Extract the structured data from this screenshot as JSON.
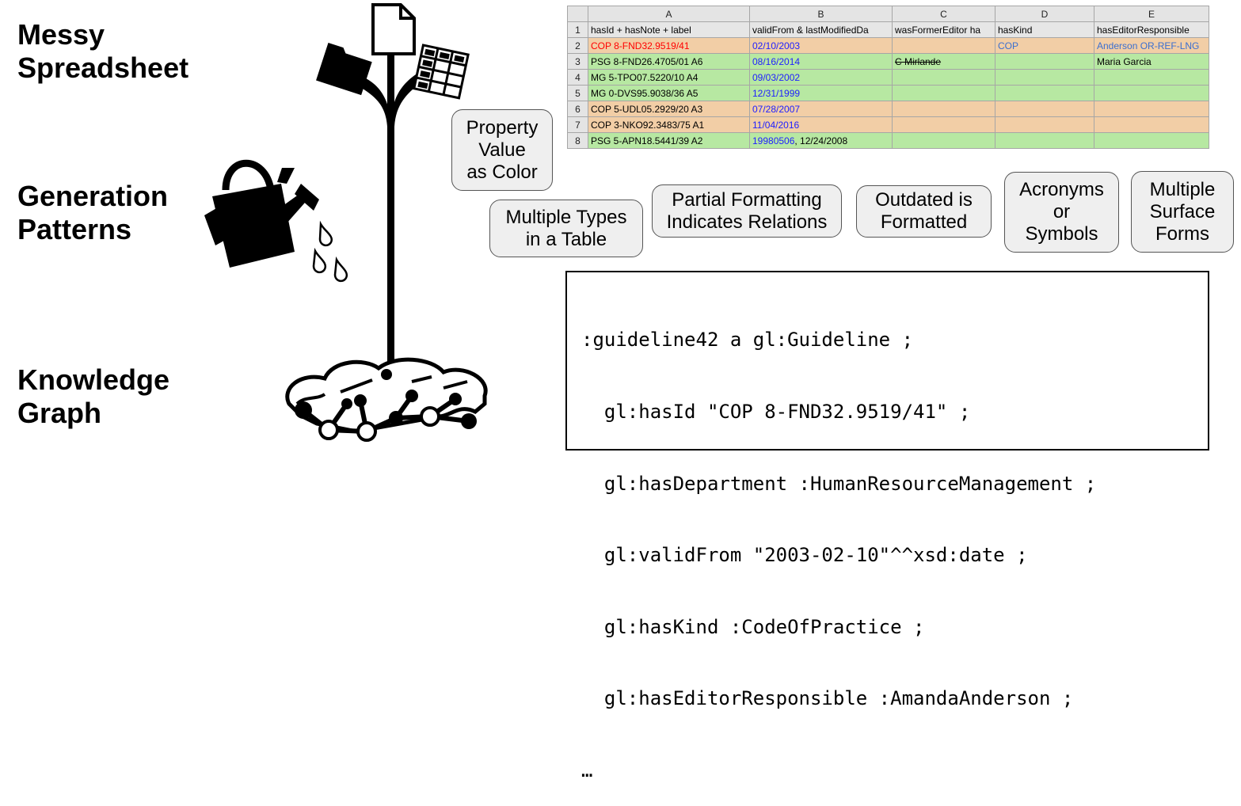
{
  "labels": {
    "messy": [
      "Messy",
      "Spreadsheet"
    ],
    "generation": [
      "Generation",
      "Patterns"
    ],
    "kg": [
      "Knowledge",
      "Graph"
    ]
  },
  "spreadsheet": {
    "columns": [
      "A",
      "B",
      "C",
      "D",
      "E"
    ],
    "rows": [
      {
        "num": "1",
        "style": "hdr",
        "cells": [
          {
            "text": "hasId + hasNote + label"
          },
          {
            "text": "validFrom & lastModifiedDa"
          },
          {
            "text": "wasFormerEditor ha"
          },
          {
            "text": "hasKind"
          },
          {
            "text": "hasEditorResponsible"
          }
        ]
      },
      {
        "num": "2",
        "style": "orange",
        "cells": [
          {
            "text": "COP 8-FND32.9519/41",
            "cls": "red"
          },
          {
            "text": "02/10/2003",
            "cls": "blue"
          },
          {
            "text": ""
          },
          {
            "text": "COP",
            "cls": "lblue"
          },
          {
            "text": "Anderson OR-REF-LNG",
            "cls": "lblue"
          }
        ]
      },
      {
        "num": "3",
        "style": "green",
        "cells": [
          {
            "text": "PSG 8-FND26.4705/01 A6"
          },
          {
            "text": "08/16/2014",
            "cls": "blue"
          },
          {
            "text": "C Mirlande",
            "cls": "strike"
          },
          {
            "text": ""
          },
          {
            "text": "Maria Garcia"
          }
        ]
      },
      {
        "num": "4",
        "style": "green",
        "cells": [
          {
            "text": "MG 5-TPO07.5220/10 A4"
          },
          {
            "text": "09/03/2002",
            "cls": "blue"
          },
          {
            "text": ""
          },
          {
            "text": ""
          },
          {
            "text": ""
          }
        ]
      },
      {
        "num": "5",
        "style": "green",
        "cells": [
          {
            "text": "MG 0-DVS95.9038/36 A5"
          },
          {
            "text": "12/31/1999",
            "cls": "blue"
          },
          {
            "text": ""
          },
          {
            "text": ""
          },
          {
            "text": ""
          }
        ]
      },
      {
        "num": "6",
        "style": "orange",
        "cells": [
          {
            "text": "COP 5-UDL05.2929/20 A3"
          },
          {
            "text": "07/28/2007",
            "cls": "blue"
          },
          {
            "text": ""
          },
          {
            "text": ""
          },
          {
            "text": ""
          }
        ]
      },
      {
        "num": "7",
        "style": "orange",
        "cells": [
          {
            "text": "COP 3-NKO92.3483/75 A1"
          },
          {
            "text": "11/04/2016",
            "cls": "blue"
          },
          {
            "text": ""
          },
          {
            "text": ""
          },
          {
            "text": ""
          }
        ]
      },
      {
        "num": "8",
        "style": "green",
        "cells": [
          {
            "text": "PSG 5-APN18.5441/39 A2"
          },
          {
            "text": "19980506",
            "cls": "blue",
            "suffix": ", 12/24/2008"
          },
          {
            "text": ""
          },
          {
            "text": ""
          },
          {
            "text": ""
          }
        ]
      }
    ]
  },
  "patterns": [
    {
      "id": "property-value-as-color",
      "lines": [
        "Property",
        "Value",
        "as Color"
      ]
    },
    {
      "id": "multiple-types",
      "lines": [
        "Multiple Types",
        "in a Table"
      ]
    },
    {
      "id": "partial-formatting",
      "lines": [
        "Partial Formatting",
        "Indicates Relations"
      ]
    },
    {
      "id": "outdated-formatted",
      "lines": [
        "Outdated is",
        "Formatted"
      ]
    },
    {
      "id": "acronyms-symbols",
      "lines": [
        "Acronyms",
        "or",
        "Symbols"
      ]
    },
    {
      "id": "multiple-surface-forms",
      "lines": [
        "Multiple",
        "Surface",
        "Forms"
      ]
    }
  ],
  "code": [
    ":guideline42 a gl:Guideline ;",
    "  gl:hasId \"COP 8-FND32.9519/41\" ;",
    "  gl:hasDepartment :HumanResourceManagement ;",
    "  gl:validFrom \"2003-02-10\"^^xsd:date ;",
    "  gl:hasKind :CodeOfPractice ;",
    "  gl:hasEditorResponsible :AmandaAnderson ;",
    "…"
  ],
  "icons": [
    "document-icon",
    "folder-icon",
    "table-icon",
    "watering-can-icon",
    "water-drop-icon",
    "plant-stem-icon",
    "knowledge-graph-roots-icon"
  ]
}
